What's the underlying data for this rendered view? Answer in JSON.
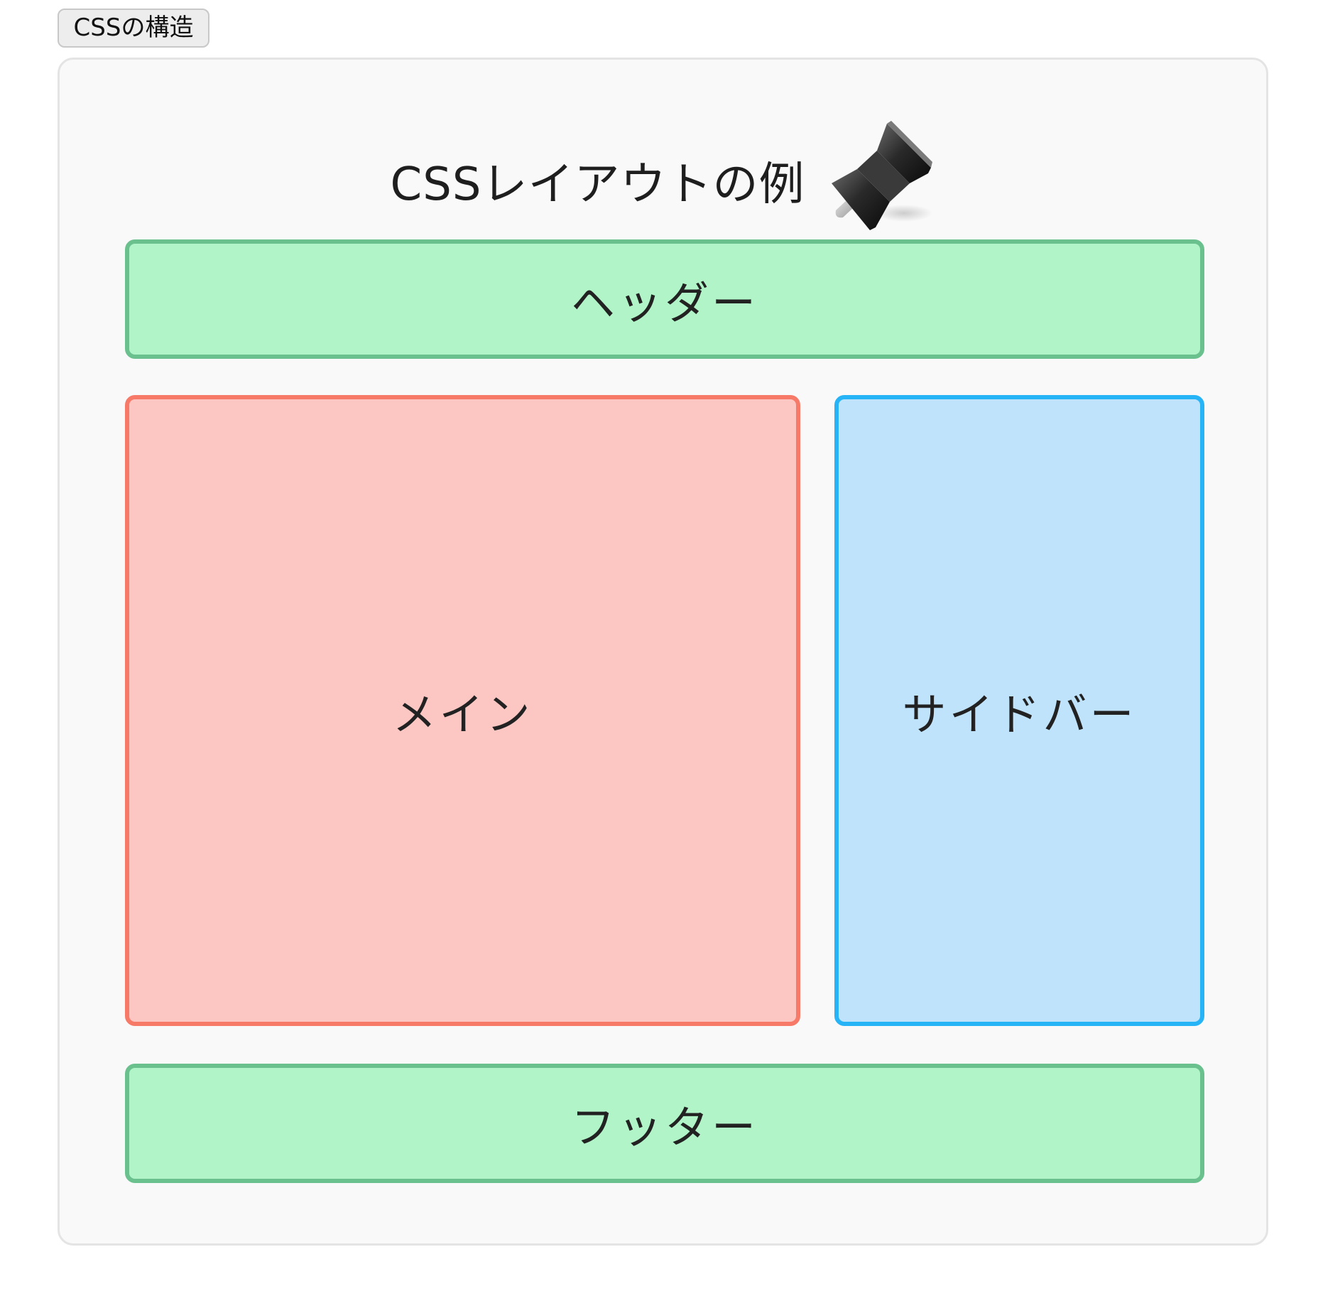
{
  "tab": {
    "label": "CSSの構造"
  },
  "diagram": {
    "title": "CSSレイアウトの例",
    "title_icon": "pushpin-icon",
    "blocks": {
      "header": {
        "label": "ヘッダー",
        "fill": "#b0f4c8",
        "border": "#6bc18d"
      },
      "main": {
        "label": "メイン",
        "fill": "#fcc6c2",
        "border": "#f77a68"
      },
      "sidebar": {
        "label": "サイドバー",
        "fill": "#c0e3fc",
        "border": "#27b4f6"
      },
      "footer": {
        "label": "フッター",
        "fill": "#b0f4c8",
        "border": "#6bc18d"
      }
    }
  }
}
